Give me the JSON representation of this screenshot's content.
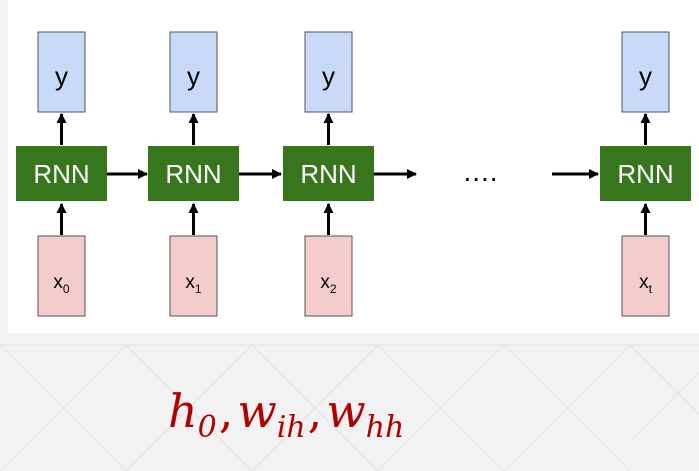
{
  "diagram": {
    "cells": [
      {
        "output": "y",
        "block": "RNN",
        "input": "x",
        "input_sub": "0"
      },
      {
        "output": "y",
        "block": "RNN",
        "input": "x",
        "input_sub": "1"
      },
      {
        "output": "y",
        "block": "RNN",
        "input": "x",
        "input_sub": "2"
      },
      {
        "output": "y",
        "block": "RNN",
        "input": "x",
        "input_sub": "t"
      }
    ],
    "ellipsis": "....",
    "colors": {
      "output_fill": "#c9daf8",
      "rnn_fill": "#38761d",
      "input_fill": "#f4cccc",
      "formula": "#b00000"
    }
  },
  "formula": {
    "h": "h",
    "h_sub": "0",
    "w1": "w",
    "w1_sub": "ih",
    "w2": "w",
    "w2_sub": "hh",
    "separator": ","
  }
}
